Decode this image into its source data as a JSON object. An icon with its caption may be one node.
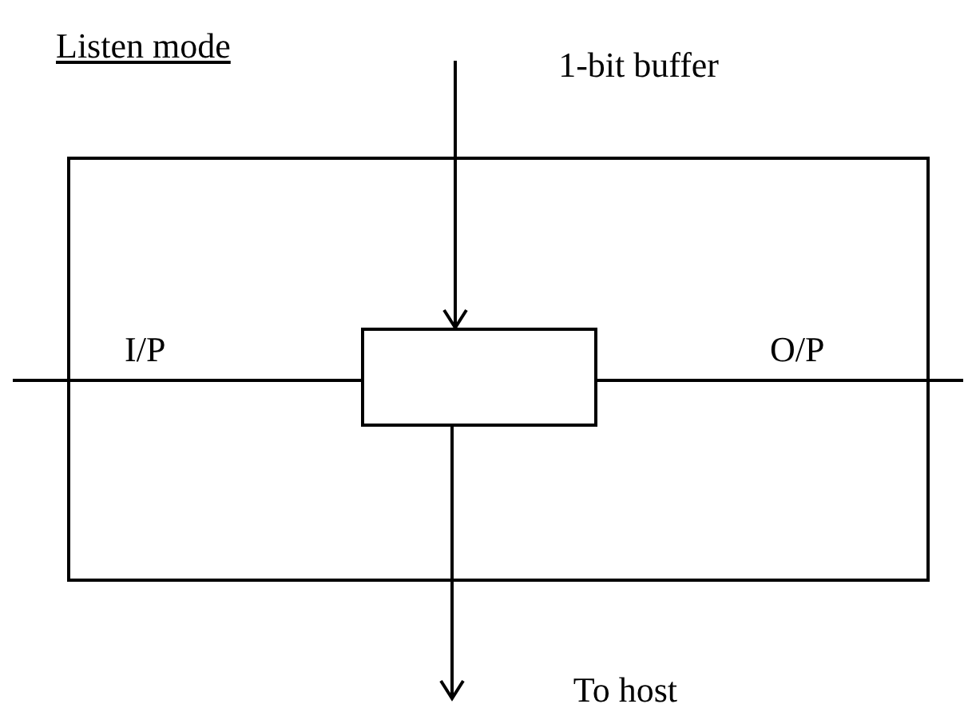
{
  "diagram": {
    "title": "Listen mode",
    "nodes": [
      {
        "text": [],
        "shape": "box"
      },
      {
        "text": [],
        "shape": "box",
        "in": 0
      },
      {
        "text": [
          "1-bit buffer"
        ]
      },
      {
        "text": [
          "To host"
        ]
      }
    ],
    "edges": [
      {
        "from": null,
        "to": 1,
        "arrow": "none"
      },
      {
        "from": 1,
        "to": null,
        "arrow": "none"
      },
      {
        "from": 2,
        "to": 1,
        "arrow": "to"
      },
      {
        "from": 1,
        "to": 3,
        "arrow": "to"
      }
    ],
    "labels": [
      "I/P",
      "O/P"
    ]
  }
}
